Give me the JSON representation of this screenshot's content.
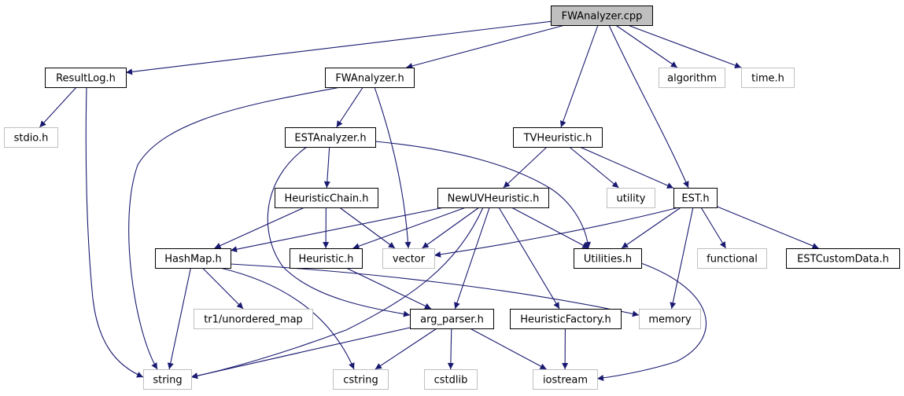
{
  "diagram": {
    "type": "include-dependency-graph",
    "colors": {
      "edge": "#191970",
      "root_fill": "#bfbfbf",
      "node_border": "#000000",
      "external_border": "#bfbfbf"
    },
    "nodes": [
      {
        "id": "fwanalyzer_cpp",
        "label": "FWAnalyzer.cpp",
        "kind": "root"
      },
      {
        "id": "resultlog_h",
        "label": "ResultLog.h",
        "kind": "header"
      },
      {
        "id": "fwanalyzer_h",
        "label": "FWAnalyzer.h",
        "kind": "header"
      },
      {
        "id": "algorithm",
        "label": "algorithm",
        "kind": "external"
      },
      {
        "id": "time_h",
        "label": "time.h",
        "kind": "external"
      },
      {
        "id": "stdio_h",
        "label": "stdio.h",
        "kind": "external"
      },
      {
        "id": "estanalyzer_h",
        "label": "ESTAnalyzer.h",
        "kind": "header"
      },
      {
        "id": "tvheuristic_h",
        "label": "TVHeuristic.h",
        "kind": "header"
      },
      {
        "id": "heuristicchain_h",
        "label": "HeuristicChain.h",
        "kind": "header"
      },
      {
        "id": "newuvheuristic_h",
        "label": "NewUVHeuristic.h",
        "kind": "header"
      },
      {
        "id": "utility",
        "label": "utility",
        "kind": "external"
      },
      {
        "id": "est_h",
        "label": "EST.h",
        "kind": "header"
      },
      {
        "id": "hashmap_h",
        "label": "HashMap.h",
        "kind": "header"
      },
      {
        "id": "heuristic_h",
        "label": "Heuristic.h",
        "kind": "header"
      },
      {
        "id": "vector",
        "label": "vector",
        "kind": "external"
      },
      {
        "id": "utilities_h",
        "label": "Utilities.h",
        "kind": "header"
      },
      {
        "id": "functional",
        "label": "functional",
        "kind": "external"
      },
      {
        "id": "estcustomdata_h",
        "label": "ESTCustomData.h",
        "kind": "header"
      },
      {
        "id": "tr1_unordered_map",
        "label": "tr1/unordered_map",
        "kind": "external"
      },
      {
        "id": "arg_parser_h",
        "label": "arg_parser.h",
        "kind": "header"
      },
      {
        "id": "heuristicfactory_h",
        "label": "HeuristicFactory.h",
        "kind": "header"
      },
      {
        "id": "memory",
        "label": "memory",
        "kind": "external"
      },
      {
        "id": "string",
        "label": "string",
        "kind": "external"
      },
      {
        "id": "cstring",
        "label": "cstring",
        "kind": "external"
      },
      {
        "id": "cstdlib",
        "label": "cstdlib",
        "kind": "external"
      },
      {
        "id": "iostream",
        "label": "iostream",
        "kind": "external"
      }
    ],
    "edges": [
      [
        "fwanalyzer_cpp",
        "resultlog_h"
      ],
      [
        "fwanalyzer_cpp",
        "fwanalyzer_h"
      ],
      [
        "fwanalyzer_cpp",
        "algorithm"
      ],
      [
        "fwanalyzer_cpp",
        "time_h"
      ],
      [
        "fwanalyzer_cpp",
        "tvheuristic_h"
      ],
      [
        "fwanalyzer_cpp",
        "est_h"
      ],
      [
        "resultlog_h",
        "stdio_h"
      ],
      [
        "resultlog_h",
        "string"
      ],
      [
        "fwanalyzer_h",
        "estanalyzer_h"
      ],
      [
        "fwanalyzer_h",
        "string"
      ],
      [
        "fwanalyzer_h",
        "vector"
      ],
      [
        "estanalyzer_h",
        "heuristicchain_h"
      ],
      [
        "estanalyzer_h",
        "arg_parser_h"
      ],
      [
        "estanalyzer_h",
        "utilities_h"
      ],
      [
        "tvheuristic_h",
        "newuvheuristic_h"
      ],
      [
        "tvheuristic_h",
        "utility"
      ],
      [
        "tvheuristic_h",
        "est_h"
      ],
      [
        "heuristicchain_h",
        "hashmap_h"
      ],
      [
        "heuristicchain_h",
        "heuristic_h"
      ],
      [
        "heuristicchain_h",
        "vector"
      ],
      [
        "newuvheuristic_h",
        "hashmap_h"
      ],
      [
        "newuvheuristic_h",
        "heuristic_h"
      ],
      [
        "newuvheuristic_h",
        "vector"
      ],
      [
        "newuvheuristic_h",
        "utilities_h"
      ],
      [
        "newuvheuristic_h",
        "arg_parser_h"
      ],
      [
        "newuvheuristic_h",
        "heuristicfactory_h"
      ],
      [
        "newuvheuristic_h",
        "string"
      ],
      [
        "est_h",
        "vector"
      ],
      [
        "est_h",
        "utilities_h"
      ],
      [
        "est_h",
        "functional"
      ],
      [
        "est_h",
        "estcustomdata_h"
      ],
      [
        "est_h",
        "memory"
      ],
      [
        "hashmap_h",
        "tr1_unordered_map"
      ],
      [
        "hashmap_h",
        "string"
      ],
      [
        "hashmap_h",
        "cstring"
      ],
      [
        "hashmap_h",
        "memory"
      ],
      [
        "heuristic_h",
        "arg_parser_h"
      ],
      [
        "utilities_h",
        "iostream"
      ],
      [
        "arg_parser_h",
        "string"
      ],
      [
        "arg_parser_h",
        "cstring"
      ],
      [
        "arg_parser_h",
        "cstdlib"
      ],
      [
        "arg_parser_h",
        "iostream"
      ],
      [
        "heuristicfactory_h",
        "iostream"
      ]
    ]
  }
}
